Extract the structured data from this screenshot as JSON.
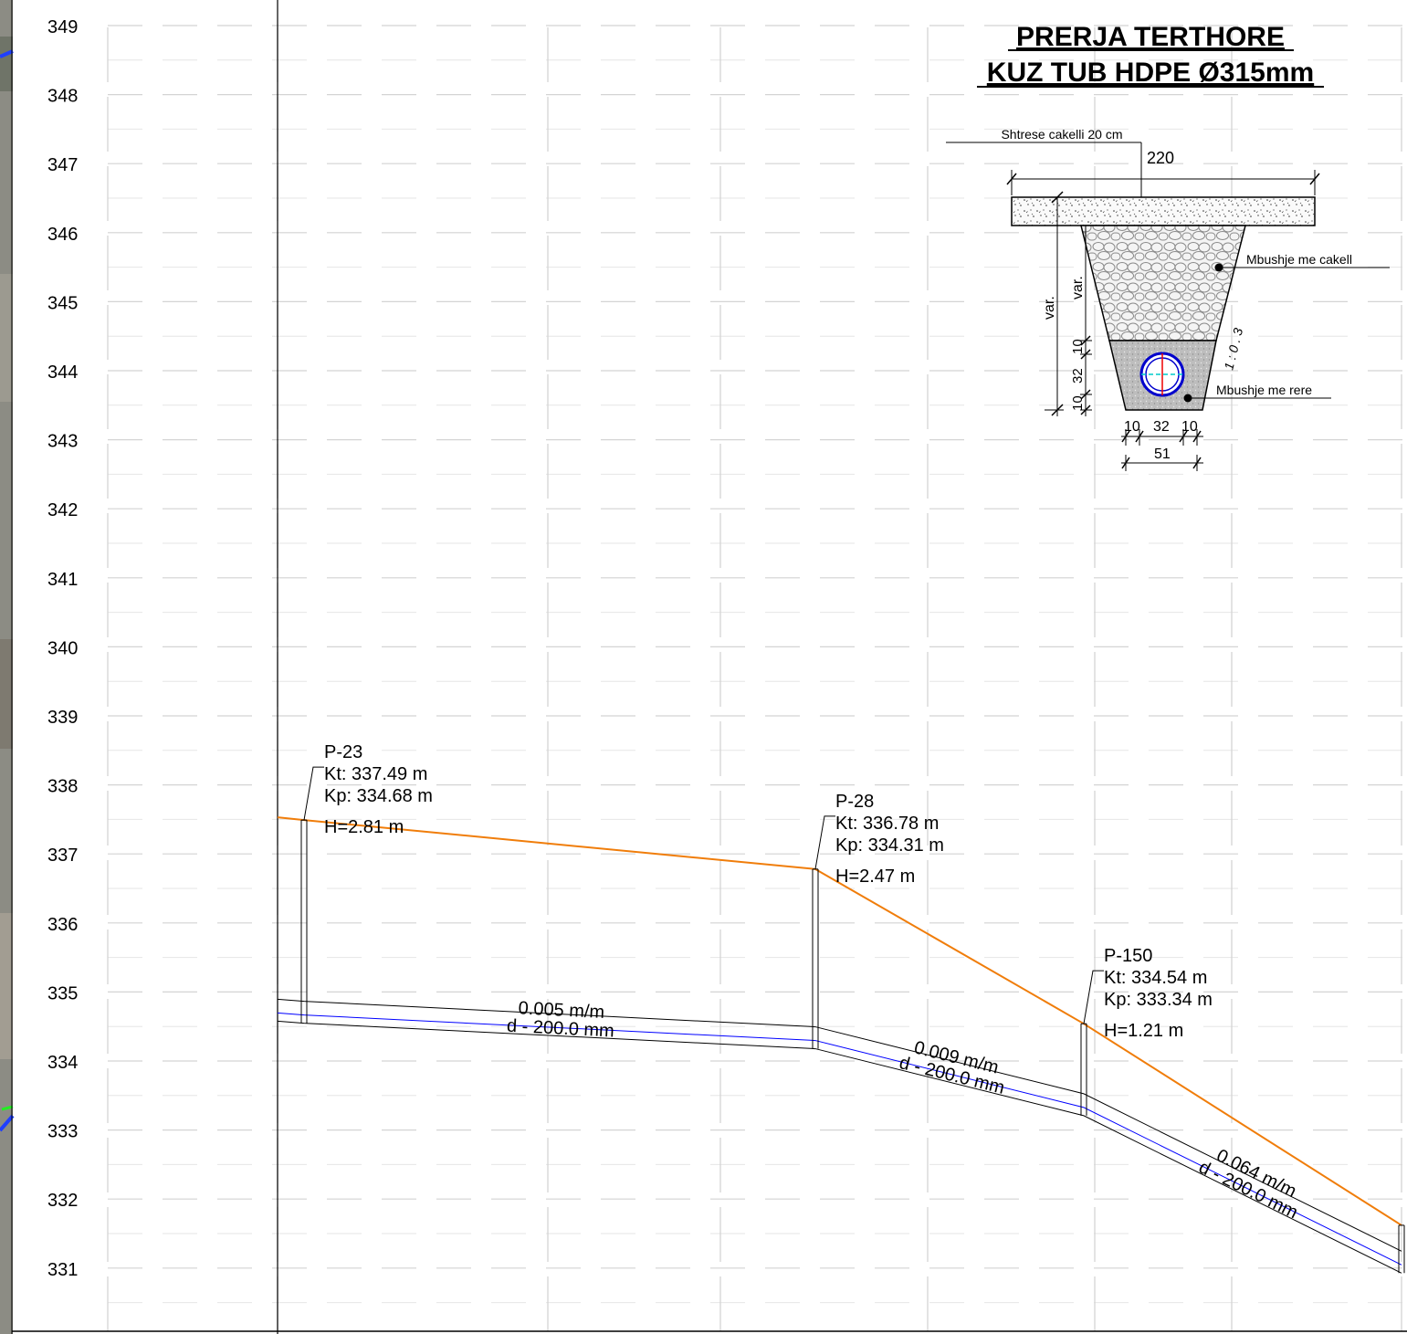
{
  "elevation_axis": {
    "labels": [
      "349",
      "348",
      "347",
      "346",
      "345",
      "344",
      "343",
      "342",
      "341",
      "340",
      "339",
      "338",
      "337",
      "336",
      "335",
      "334",
      "333",
      "332",
      "331"
    ]
  },
  "title": {
    "line1": "PRERJA TERTHORE",
    "line2": "KUZ TUB HDPE Ø315mm"
  },
  "cross_section": {
    "top_layer_label": "Shtrese cakelli 20 cm",
    "top_width": "220",
    "fill_gravel_label": "Mbushje me cakell",
    "fill_sand_label": "Mbushje me rere",
    "slope_label": "1 : 0 . 3",
    "var_outer": "var.",
    "var_inner": "var.",
    "dim_v_10_top": "10",
    "dim_v_32": "32",
    "dim_v_10_bottom": "10",
    "dim_h_10_left": "10",
    "dim_h_32": "32",
    "dim_h_10_right": "10",
    "bottom_width": "51"
  },
  "manholes": [
    {
      "id": "P-23",
      "kt": "Kt: 337.49 m",
      "kp": "Kp: 334.68 m",
      "h": "H=2.81 m",
      "kt_value": 337.49,
      "kp_value": 334.68,
      "h_value": 2.81
    },
    {
      "id": "P-28",
      "kt": "Kt: 336.78 m",
      "kp": "Kp: 334.31 m",
      "h": "H=2.47 m",
      "kt_value": 336.78,
      "kp_value": 334.31,
      "h_value": 2.47
    },
    {
      "id": "P-150",
      "kt": "Kt: 334.54 m",
      "kp": "Kp: 333.34 m",
      "h": "H=1.21 m",
      "kt_value": 334.54,
      "kp_value": 333.34,
      "h_value": 1.21
    }
  ],
  "segments": [
    {
      "slope": "0.005 m/m",
      "diameter": "d - 200.0 mm"
    },
    {
      "slope": "0.009 m/m",
      "diameter": "d - 200.0 mm"
    },
    {
      "slope": "0.064 m/m",
      "diameter": "d - 200.0 mm"
    }
  ],
  "colors": {
    "terrain_line": "#f07d0a",
    "pipe_invert": "#0000ff",
    "grid": "#d4d4d4",
    "axis": "#000000"
  }
}
